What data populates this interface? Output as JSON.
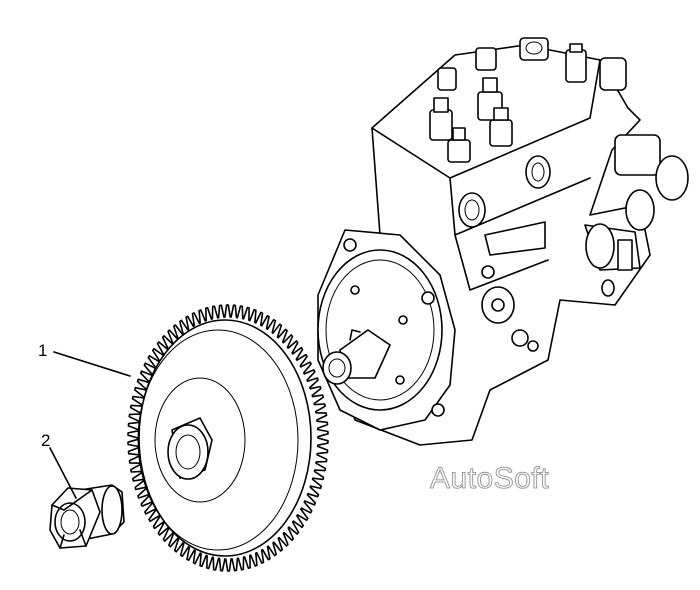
{
  "callouts": [
    {
      "label": "1",
      "part": "gear"
    },
    {
      "label": "2",
      "part": "nut"
    }
  ],
  "watermark": "AutoSoft",
  "colors": {
    "line": "#000000",
    "background": "#ffffff",
    "watermark_outline": "#9a9a9a"
  }
}
